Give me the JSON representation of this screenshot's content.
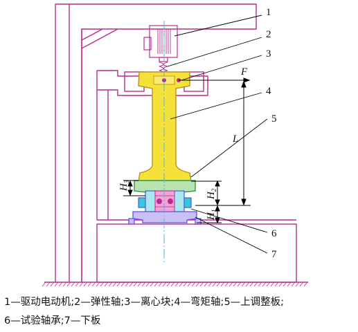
{
  "callouts": [
    "1",
    "2",
    "3",
    "4",
    "5",
    "6",
    "7"
  ],
  "dimensions": {
    "force": "F",
    "length": "L",
    "h1": {
      "main": "H",
      "sub": "1"
    },
    "h2": {
      "main": "H",
      "sub": "2"
    },
    "h3": {
      "main": "H",
      "sub": "3"
    }
  },
  "caption": {
    "line1": "1—驱动电动机;2—弹性轴;3—离心块;4—弯矩轴;5—上调整板;",
    "line2": "6—试验轴承;7—下板"
  },
  "colors": {
    "frame": "#bb2a90",
    "shaft_yellow": "#f4e23a",
    "shaft_outline": "#b89218",
    "upper_plate": "#2f9a3f",
    "bearing_fill": "#38c6dc",
    "bearing_outline": "#4a5bd6",
    "lower_plate": "#6a4de0",
    "axis": "#46b8e0",
    "dimension": "#000000"
  }
}
